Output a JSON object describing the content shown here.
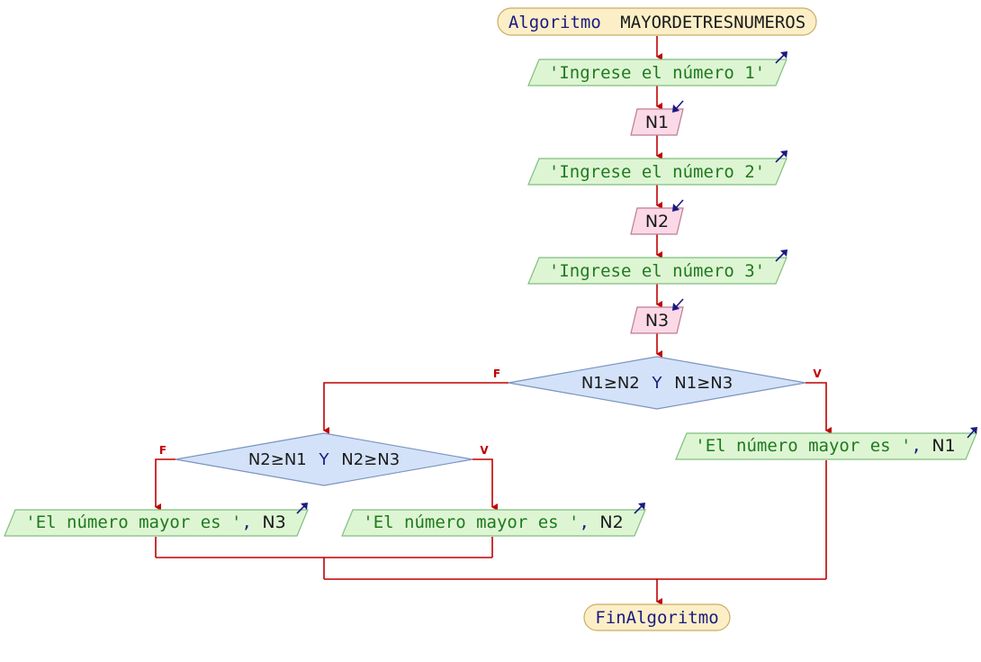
{
  "colors": {
    "edge": "#c00000",
    "terminal_fill": "#fcefc7",
    "output_fill": "#def5d3",
    "input_fill": "#fbd9e6",
    "decision_fill": "#d3e2f8",
    "keyword": "#1a1a80",
    "string": "#1e7a1e"
  },
  "start": {
    "keyword": "Algoritmo",
    "name": "MAYORDETRESNUMEROS"
  },
  "steps": [
    {
      "kind": "output",
      "text": "'Ingrese el número 1'"
    },
    {
      "kind": "input",
      "text": "N1"
    },
    {
      "kind": "output",
      "text": "'Ingrese el número 2'"
    },
    {
      "kind": "input",
      "text": "N2"
    },
    {
      "kind": "output",
      "text": "'Ingrese el número 3'"
    },
    {
      "kind": "input",
      "text": "N3"
    }
  ],
  "decision1": {
    "left": "N1≥N2",
    "op": "Y",
    "right": "N1≥N3",
    "false_label": "F",
    "true_label": "V"
  },
  "decision2": {
    "left": "N2≥N1",
    "op": "Y",
    "right": "N2≥N3",
    "false_label": "F",
    "true_label": "V"
  },
  "out_n1": {
    "str": "'El número mayor es '",
    "sep": ",",
    "var": "N1"
  },
  "out_n2": {
    "str": "'El número mayor es '",
    "sep": ",",
    "var": "N2"
  },
  "out_n3": {
    "str": "'El número mayor es '",
    "sep": ",",
    "var": "N3"
  },
  "end": {
    "keyword": "FinAlgoritmo"
  }
}
